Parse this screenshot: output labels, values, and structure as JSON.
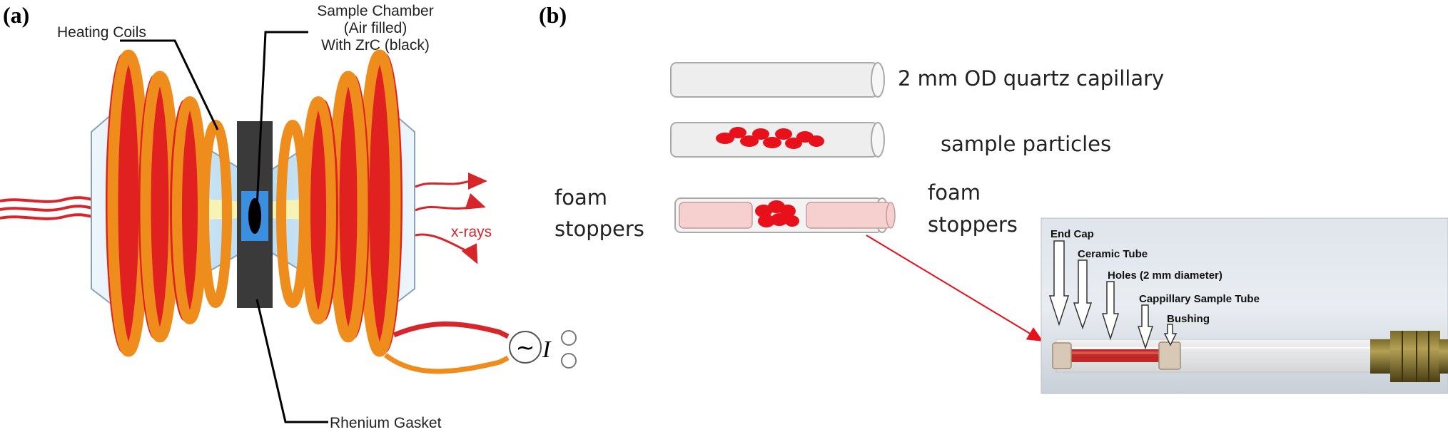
{
  "panel_a": {
    "label": "(a)",
    "heating_coils": "Heating Coils",
    "sample_chamber": [
      "Sample Chamber",
      "(Air filled)",
      "With ZrC (black)"
    ],
    "xrays": "x-rays",
    "rhenium_gasket": "Rhenium  Gasket",
    "current_tilde": "~",
    "current_symbol": "I"
  },
  "panel_b": {
    "label": "(b)",
    "capillary_label": "2 mm OD quartz capillary",
    "sample_label": "sample particles",
    "foam_left": [
      "foam",
      "stoppers"
    ],
    "foam_right": [
      "foam",
      "stoppers"
    ],
    "inset": {
      "end_cap": "End Cap",
      "ceramic_tube": "Ceramic Tube",
      "holes": "Holes (2 mm diameter)",
      "capillary_tube": "Cappillary Sample Tube",
      "bushing": "Bushing"
    }
  },
  "colors": {
    "coil": "#ee8c1c",
    "coil_edge": "#c0650a",
    "coil_red": "#e0211f",
    "gasket": "#3a3a3a",
    "anvil": "#cfe8f6",
    "xray": "#d8252a",
    "sample": "#e8101a"
  }
}
